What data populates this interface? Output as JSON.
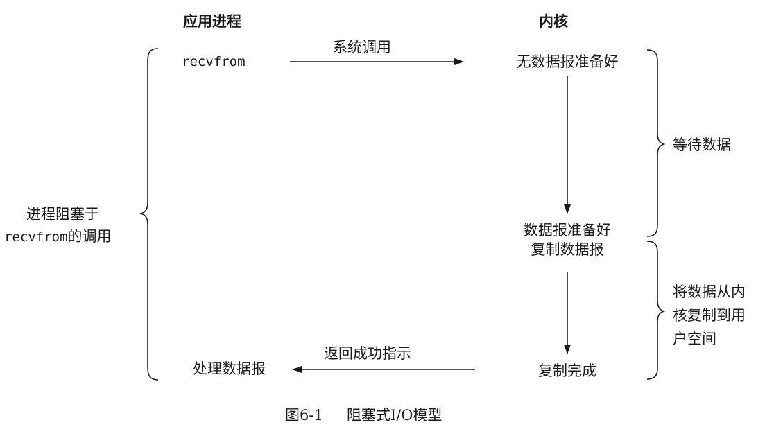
{
  "headers": {
    "app_process": "应用进程",
    "kernel": "内核"
  },
  "app": {
    "call": "recvfrom",
    "process_datagram": "处理数据报",
    "blocked_line1": "进程阻塞于",
    "blocked_line2_code": "recvfrom",
    "blocked_line2_text": "的调用"
  },
  "arrows": {
    "syscall": "系统调用",
    "return_success": "返回成功指示"
  },
  "kernel": {
    "no_datagram_ready": "无数据报准备好",
    "datagram_ready": "数据报准备好",
    "copy_datagram": "复制数据报",
    "copy_complete": "复制完成"
  },
  "phases": {
    "wait_for_data": "等待数据",
    "copy_line1": "将数据从内",
    "copy_line2": "核复制到用",
    "copy_line3": "户空间"
  },
  "caption": {
    "figure_number": "图6-1",
    "title": "阻塞式I/O模型"
  },
  "colors": {
    "ink": "#1a1a1a",
    "background": "#ffffff"
  }
}
